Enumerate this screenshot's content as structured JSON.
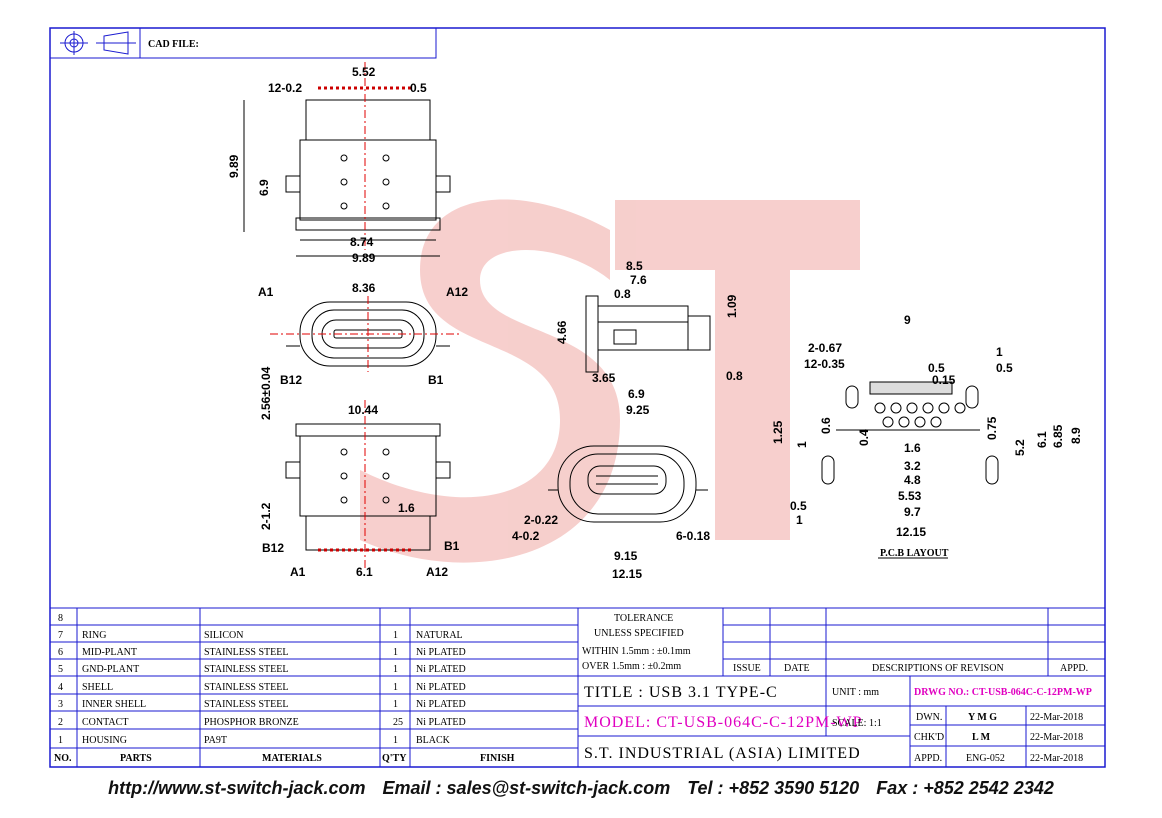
{
  "header": {
    "cad_label": "CAD FILE:"
  },
  "watermark": {
    "text": "ST",
    "color": "#e8736b"
  },
  "colors": {
    "frame": "#1a1ad0",
    "centerline": "#e00000",
    "accent": "#e000c0"
  },
  "views": {
    "top": {
      "d1": "5.52",
      "d2": "12-0.2",
      "d3": "0.5",
      "d4": "9.89",
      "d5": "6.9",
      "d6": "8.74",
      "d7": "9.89"
    },
    "front": {
      "w": "8.36",
      "h": "2.56±0.04",
      "a1": "A1",
      "a12": "A12",
      "b12": "B12",
      "b1": "B1"
    },
    "bottom": {
      "w": "10.44",
      "p1": "2-1.2",
      "p2": "1.6",
      "b12": "B12",
      "b1": "B1",
      "a1": "A1",
      "a12": "A12",
      "pitch": "6.1"
    },
    "side": {
      "d85": "8.5",
      "d76": "7.6",
      "d08": "0.8",
      "d466": "4.66",
      "d109": "1.09",
      "d365": "3.65",
      "d69": "6.9",
      "d08b": "0.8",
      "d925": "9.25"
    },
    "end": {
      "s1": "2-0.22",
      "s2": "4-0.2",
      "s3": "6-0.18",
      "d915": "9.15",
      "d1215": "12.15"
    },
    "pcb": {
      "title": "P.C.B LAYOUT",
      "d9": "9",
      "d067": "2-0.67",
      "d035": "12-0.35",
      "d05": "0.5",
      "d015": "0.15",
      "d1": "1",
      "d05b": "0.5",
      "d06": "0.6",
      "d04": "0.4",
      "d125": "1.25",
      "d1b": "1",
      "d16": "1.6",
      "d32": "3.2",
      "d48": "4.8",
      "d553": "5.53",
      "d075": "0.75",
      "d52": "5.2",
      "d61": "6.1",
      "d685": "6.85",
      "d89": "8.9",
      "d05c": "0.5",
      "d1c": "1",
      "d97": "9.7",
      "d1215": "12.15"
    }
  },
  "bom": {
    "headers": [
      "NO.",
      "PARTS",
      "MATERIALS",
      "Q'TY",
      "FINISH"
    ],
    "rows": [
      [
        "8",
        "",
        "",
        "",
        ""
      ],
      [
        "7",
        "RING",
        "SILICON",
        "1",
        "NATURAL"
      ],
      [
        "6",
        "MID-PLANT",
        "STAINLESS STEEL",
        "1",
        "Ni PLATED"
      ],
      [
        "5",
        "GND-PLANT",
        "STAINLESS STEEL",
        "1",
        "Ni PLATED"
      ],
      [
        "4",
        "SHELL",
        "STAINLESS STEEL",
        "1",
        "Ni PLATED"
      ],
      [
        "3",
        "INNER SHELL",
        "STAINLESS STEEL",
        "1",
        "Ni PLATED"
      ],
      [
        "2",
        "CONTACT",
        "PHOSPHOR BRONZE",
        "25",
        "Ni PLATED"
      ],
      [
        "1",
        "HOUSING",
        "PA9T",
        "1",
        "BLACK"
      ]
    ]
  },
  "titleblock": {
    "tolerance": "TOLERANCE",
    "unless": "UNLESS  SPECIFIED",
    "within": "WITHIN  1.5mm : ±0.1mm",
    "over": "OVER   1.5mm : ±0.2mm",
    "issue": "ISSUE",
    "date": "DATE",
    "desc": "DESCRIPTIONS  OF  REVISON",
    "appd": "APPD.",
    "title": "TITLE : USB 3.1 TYPE-C",
    "unit": "UNIT :   mm",
    "drwg": "DRWG NO.: CT-USB-064C-C-12PM-WP",
    "model": "MODEL: CT-USB-064C-C-12PM-WP",
    "scale": "SCALE:  1:1",
    "dwn": "DWN.",
    "dwn_name": "Y M G",
    "dwn_date": "22-Mar-2018",
    "chk": "CHK'D",
    "chk_name": "L M",
    "chk_date": "22-Mar-2018",
    "appd2": "APPD.",
    "appd_name": "ENG-052",
    "appd_date": "22-Mar-2018",
    "company": "S.T.  INDUSTRIAL  (ASIA)  LIMITED"
  },
  "footer": {
    "url": "http://www.st-switch-jack.com",
    "email": "Email : sales@st-switch-jack.com",
    "tel": "Tel : +852 3590 5120",
    "fax": "Fax : +852 2542 2342"
  }
}
